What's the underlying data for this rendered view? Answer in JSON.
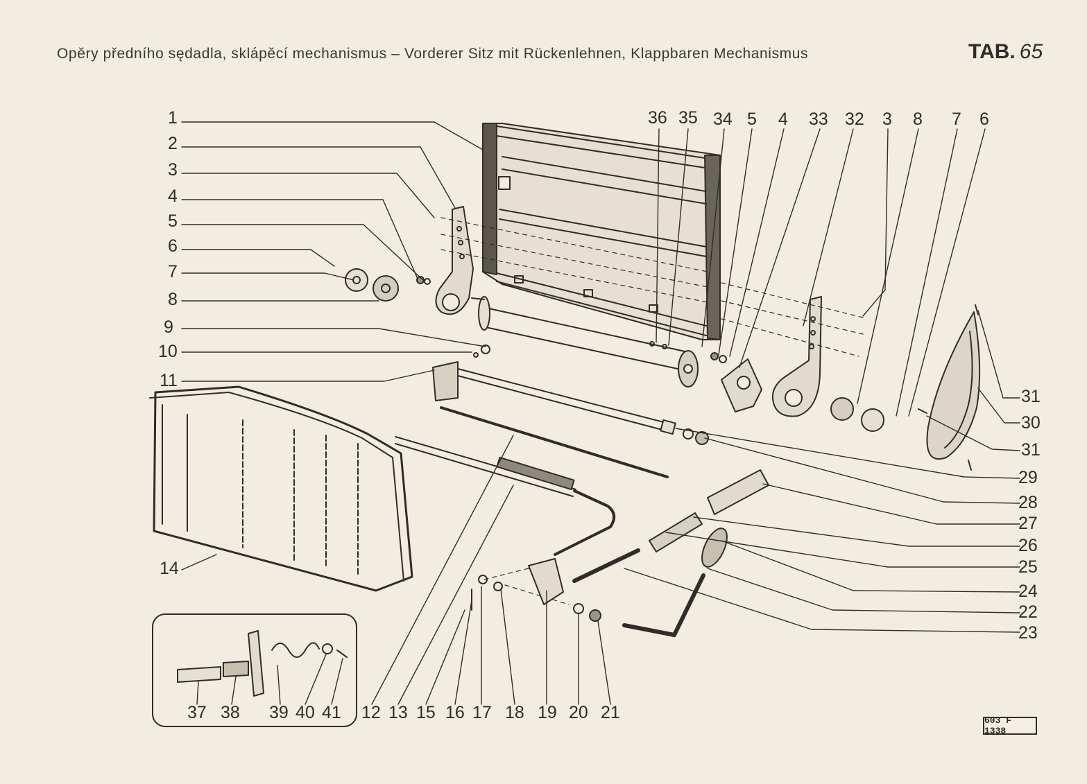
{
  "header": {
    "title": "Opěry předního sędadla, sklápěcí mechanismus – Vorderer Sitz mit Rückenlehnen, Klappbaren Mechanismus",
    "tab_label": "TAB.",
    "tab_number": "65"
  },
  "callouts": {
    "left": [
      "1",
      "2",
      "3",
      "4",
      "5",
      "6",
      "7",
      "8",
      "9",
      "10",
      "11",
      "14"
    ],
    "top": [
      "36",
      "35",
      "34",
      "5",
      "4",
      "33",
      "32",
      "3",
      "8",
      "7",
      "6"
    ],
    "right": [
      "31",
      "30",
      "31",
      "29",
      "28",
      "27",
      "26",
      "25",
      "24",
      "22",
      "23"
    ],
    "bottom": [
      "12",
      "13",
      "15",
      "16",
      "17",
      "18",
      "19",
      "20",
      "21"
    ],
    "inset": [
      "37",
      "38",
      "39",
      "40",
      "41"
    ]
  },
  "drawing_code": "603 F 1338",
  "colors": {
    "paper": "#f2ece1",
    "ink": "#2f2d29"
  }
}
